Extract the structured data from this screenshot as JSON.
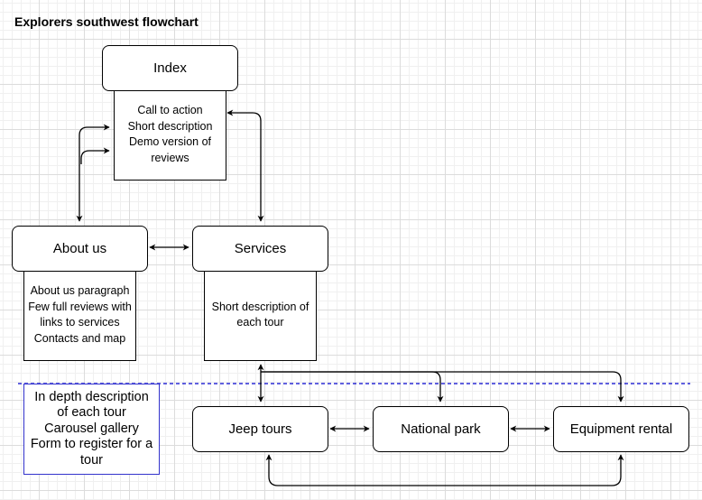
{
  "title": "Explorers southwest flowchart",
  "nodes": {
    "index": {
      "label": "Index"
    },
    "about": {
      "label": "About us"
    },
    "services": {
      "label": "Services"
    },
    "jeep": {
      "label": "Jeep tours"
    },
    "park": {
      "label": "National park"
    },
    "equipment": {
      "label": "Equipment rental"
    }
  },
  "details": {
    "index": [
      "Call to action",
      "Short description",
      "Demo version of",
      "reviews"
    ],
    "about": [
      "About us paragraph",
      "Few full reviews with",
      "links to services",
      "Contacts and map"
    ],
    "services": [
      "Short description of",
      "each tour"
    ]
  },
  "tour_page_note": [
    "In depth description",
    "of each tour",
    "Carousel gallery",
    "Form to register for a",
    "tour"
  ],
  "colors": {
    "note_border": "#3333cc",
    "divider": "#0000cc",
    "stroke": "#000000"
  }
}
